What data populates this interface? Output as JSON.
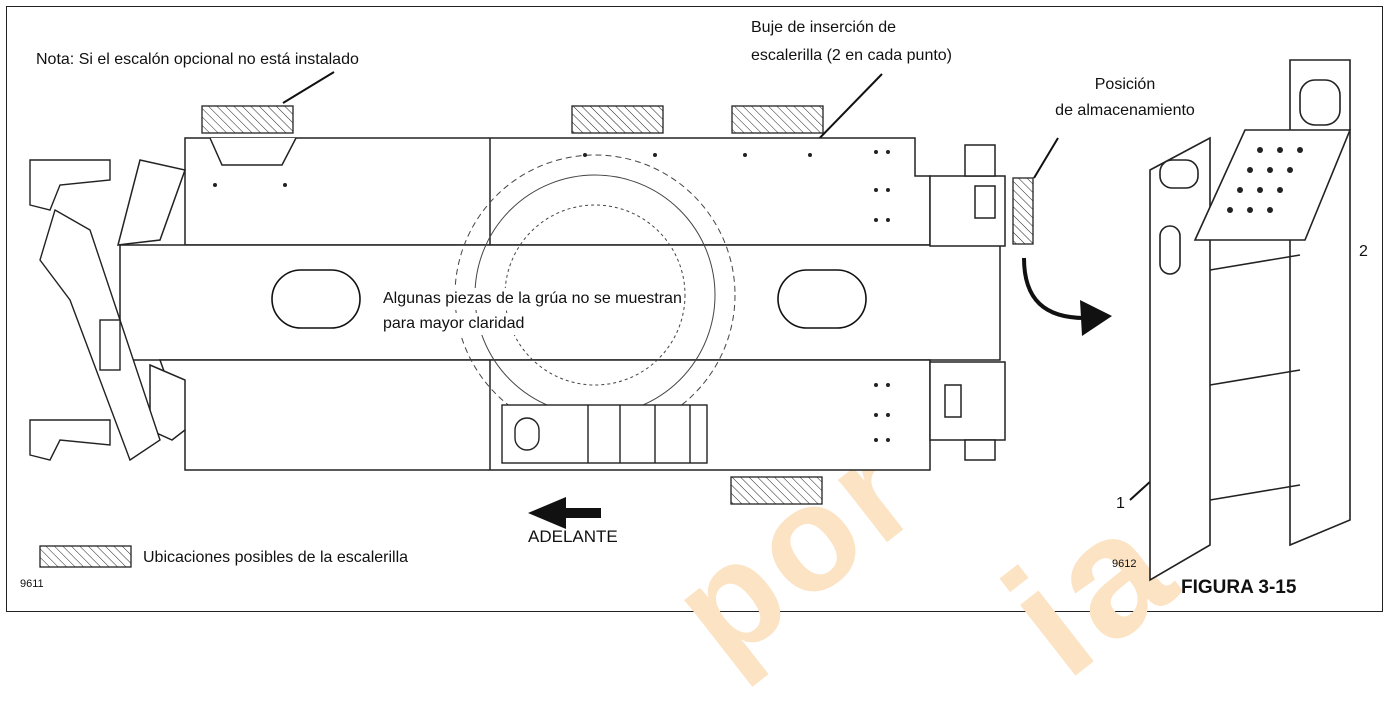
{
  "figure": {
    "note": "Nota: Si el escalón opcional no está instalado",
    "bushing_line1": "Buje de inserción de",
    "bushing_line2": "escalerilla (2 en cada punto)",
    "storage_line1": "Posición",
    "storage_line2": "de almacenamiento",
    "parts_line1": "Algunas piezas de la grúa no se muestran",
    "parts_line2": "para mayor claridad",
    "forward": "ADELANTE",
    "legend": "Ubicaciones posibles de la escalerilla",
    "code_left": "9611",
    "code_right": "9612",
    "figure_label": "FIGURA 3-15",
    "callout_1": "1",
    "callout_2": "2"
  },
  "watermark": {
    "text": "por",
    "text2": "ia",
    "color": "#fbe3c4"
  }
}
